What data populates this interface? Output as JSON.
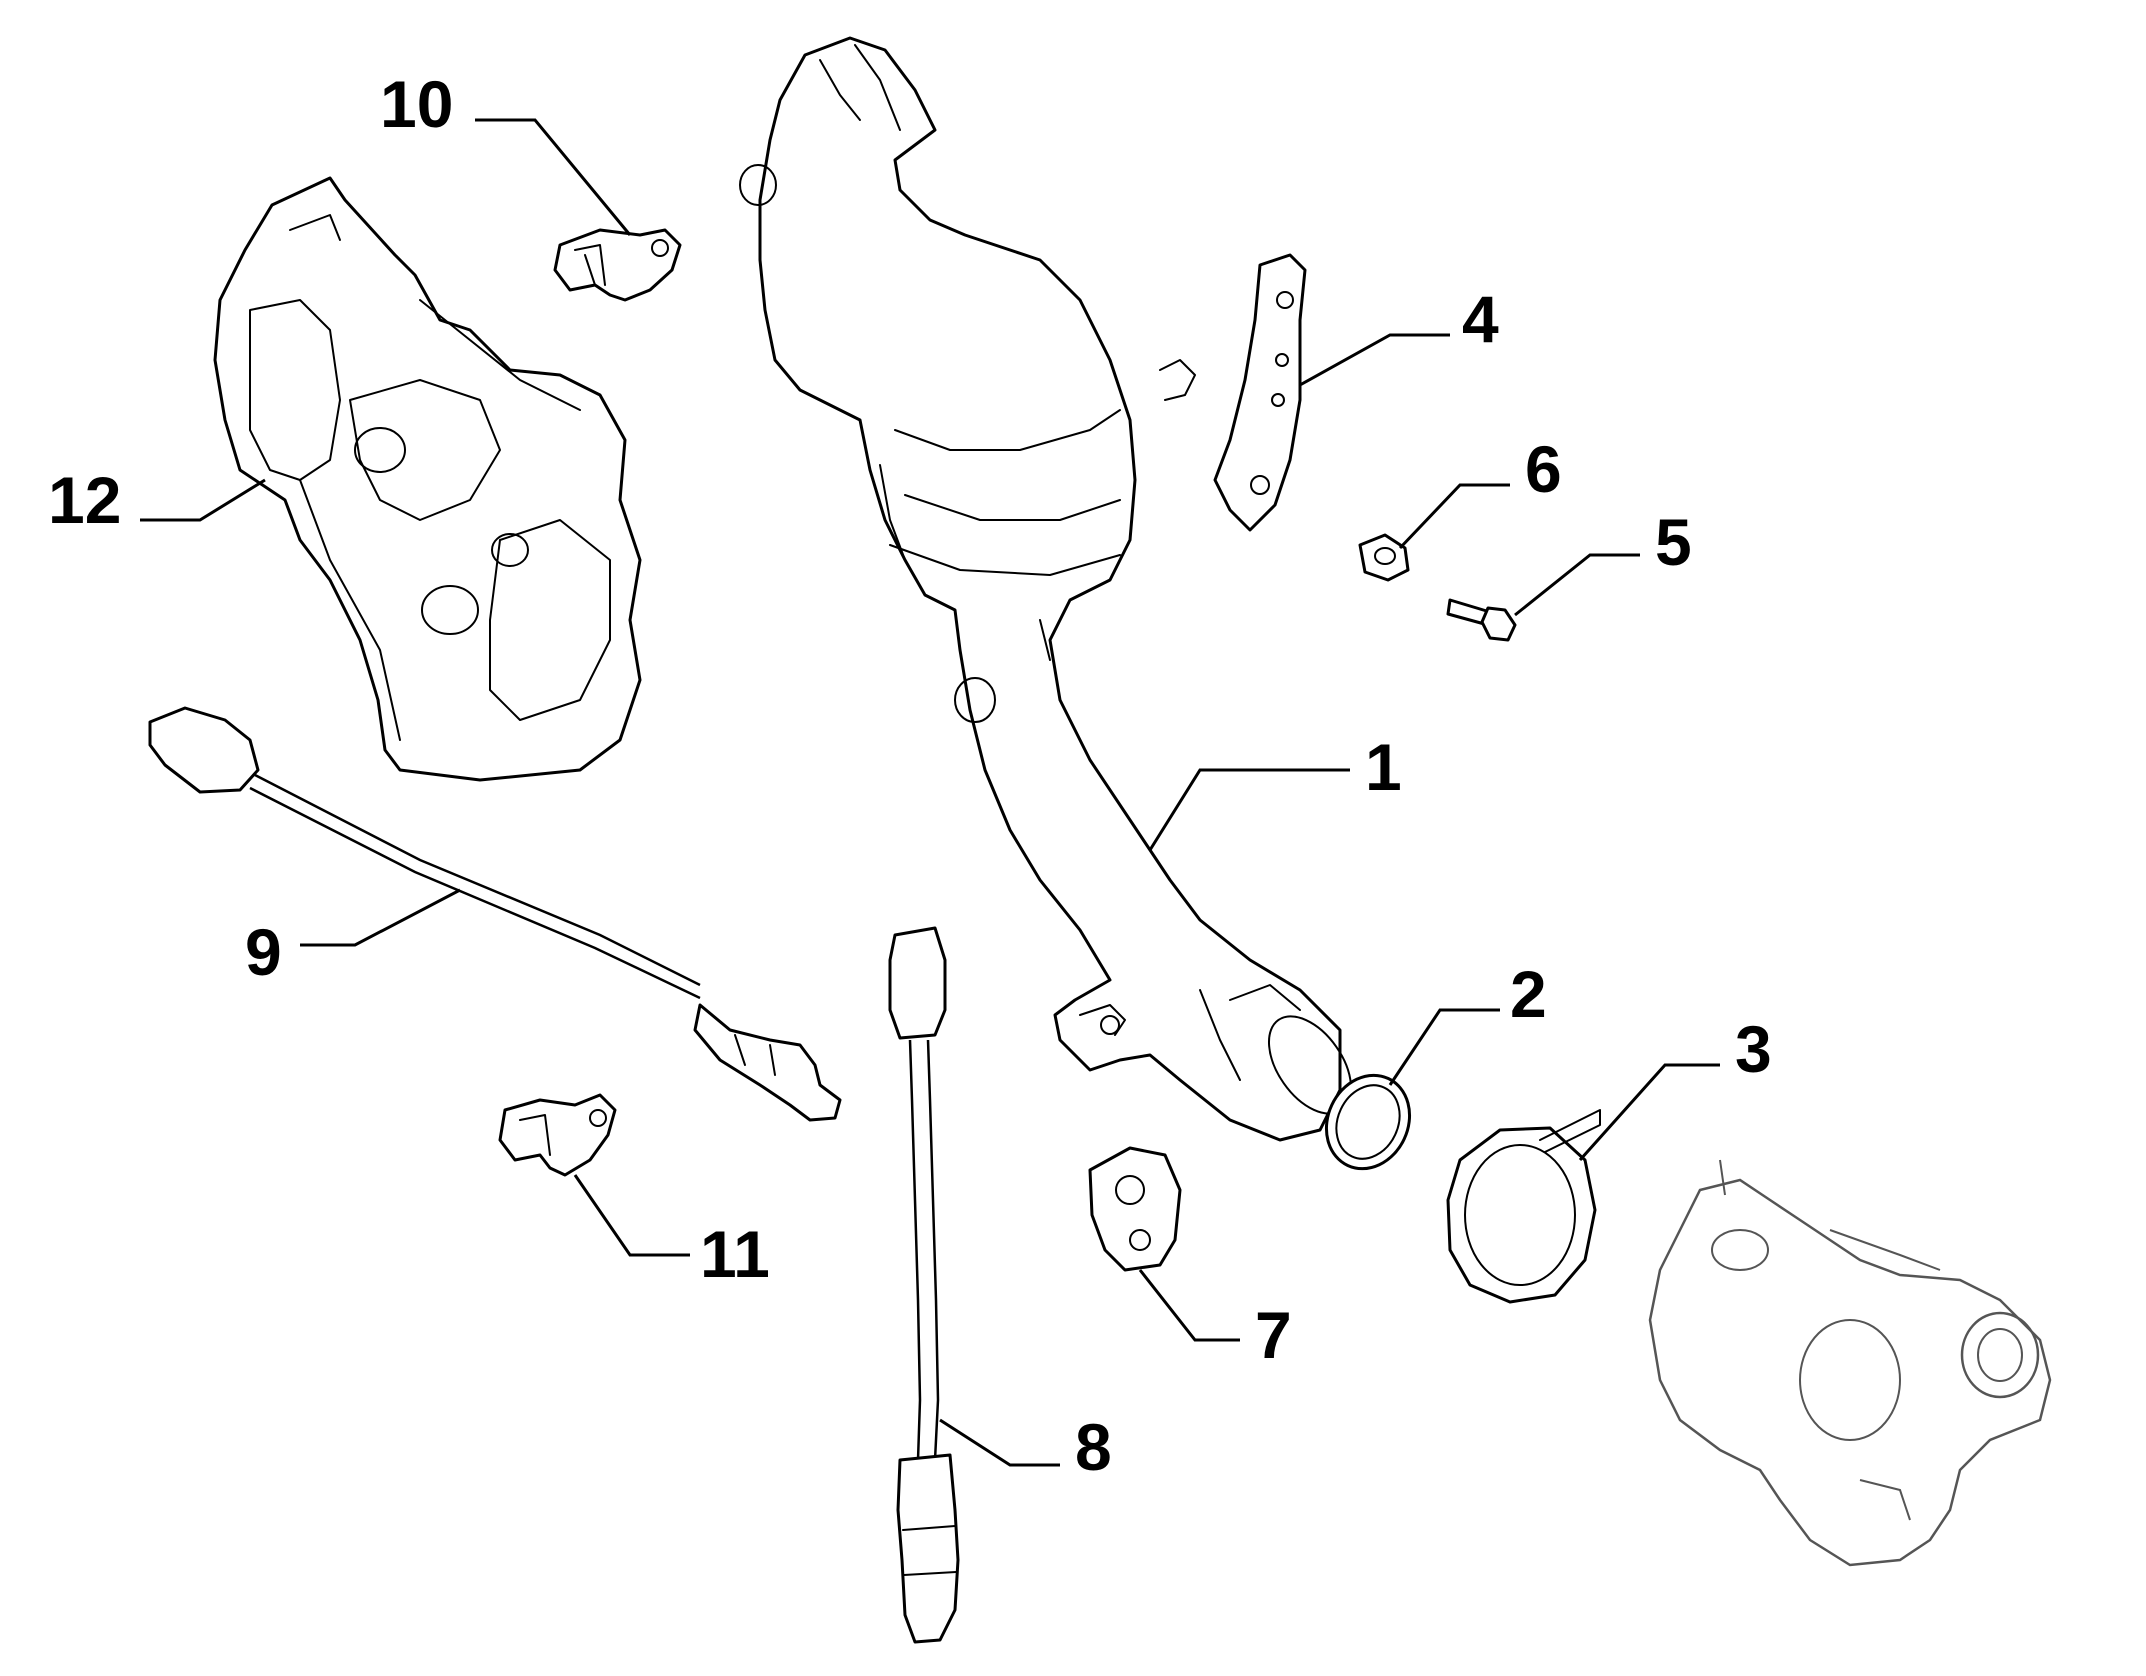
{
  "diagram": {
    "callouts": [
      {
        "id": "1",
        "label": "1"
      },
      {
        "id": "2",
        "label": "2"
      },
      {
        "id": "3",
        "label": "3"
      },
      {
        "id": "4",
        "label": "4"
      },
      {
        "id": "5",
        "label": "5"
      },
      {
        "id": "6",
        "label": "6"
      },
      {
        "id": "7",
        "label": "7"
      },
      {
        "id": "8",
        "label": "8"
      },
      {
        "id": "9",
        "label": "9"
      },
      {
        "id": "10",
        "label": "10"
      },
      {
        "id": "11",
        "label": "11"
      },
      {
        "id": "12",
        "label": "12"
      }
    ],
    "colors": {
      "ink": "#000000",
      "background": "#ffffff"
    }
  }
}
